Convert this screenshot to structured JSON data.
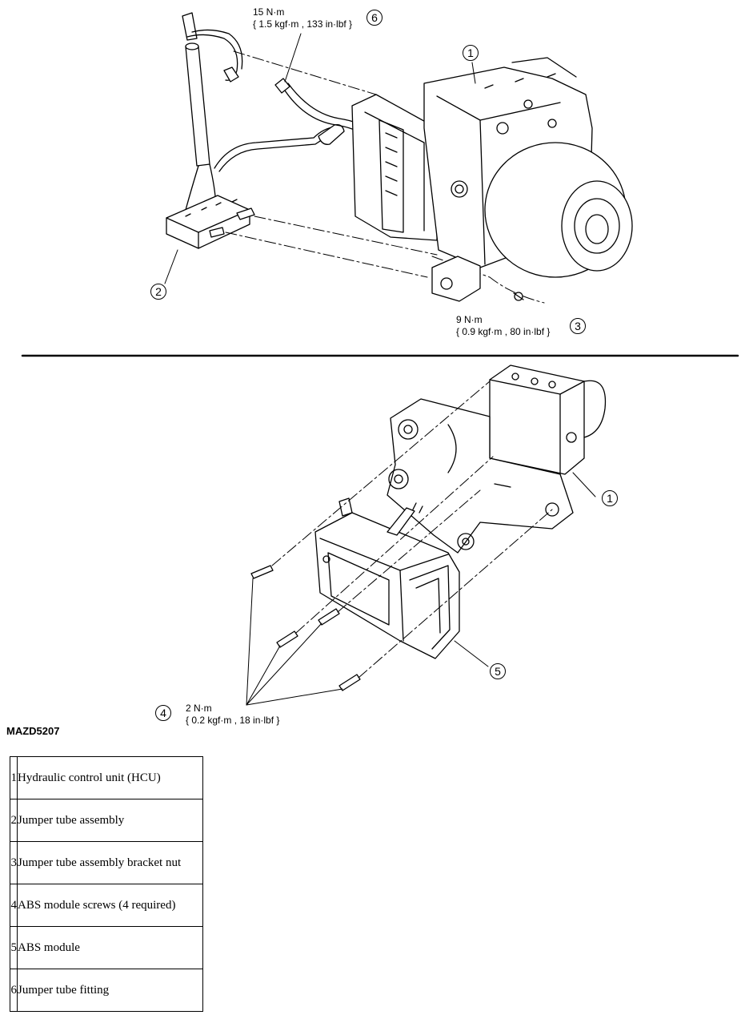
{
  "callouts": {
    "c1_top": "1",
    "c1_bottom": "1",
    "c2": "2",
    "c3": "3",
    "c4": "4",
    "c5": "5",
    "c6": "6"
  },
  "torque": {
    "fitting": {
      "nm": "15 N·m",
      "alt": "{ 1.5 kgf·m , 133 in·lbf }"
    },
    "bracket_nut": {
      "nm": "9 N·m",
      "alt": "{ 0.9 kgf·m , 80 in·lbf }"
    },
    "module_screws": {
      "nm": "2 N·m",
      "alt": "{ 0.2 kgf·m , 18 in·lbf }"
    }
  },
  "figure_code": "MAZD5207",
  "legend": [
    {
      "num": "1",
      "text": "Hydraulic control unit (HCU)"
    },
    {
      "num": "2",
      "text": "Jumper tube assembly"
    },
    {
      "num": "3",
      "text": "Jumper tube assembly bracket nut"
    },
    {
      "num": "4",
      "text": "ABS module screws (4 required)"
    },
    {
      "num": "5",
      "text": "ABS module"
    },
    {
      "num": "6",
      "text": "Jumper tube fitting"
    }
  ]
}
